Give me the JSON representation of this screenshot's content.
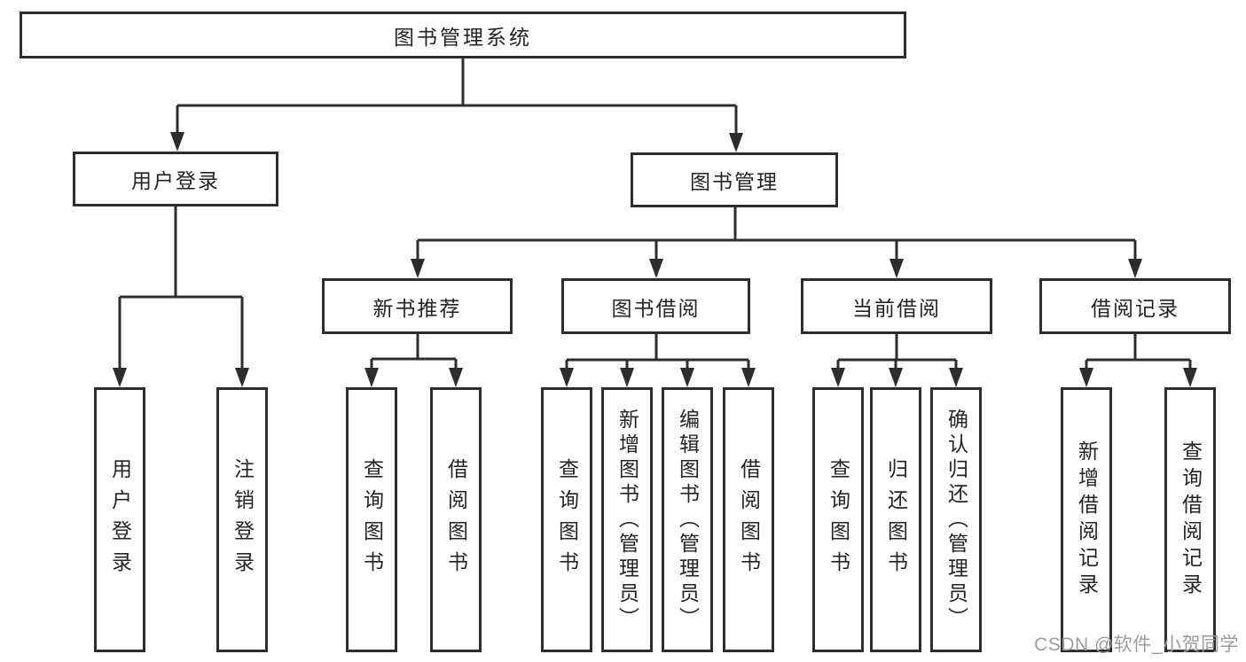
{
  "diagram": {
    "root": {
      "label": "图书管理系统"
    },
    "level2": [
      {
        "label": "用户登录"
      },
      {
        "label": "图书管理"
      }
    ],
    "level3": [
      {
        "label": "新书推荐",
        "parent": "图书管理"
      },
      {
        "label": "图书借阅",
        "parent": "图书管理"
      },
      {
        "label": "当前借阅",
        "parent": "图书管理"
      },
      {
        "label": "借阅记录",
        "parent": "图书管理"
      }
    ],
    "leaves": [
      {
        "label": "用户登录",
        "parent": "用户登录"
      },
      {
        "label": "注销登录",
        "parent": "用户登录"
      },
      {
        "label": "查询图书",
        "parent": "新书推荐"
      },
      {
        "label": "借阅图书",
        "parent": "新书推荐"
      },
      {
        "label": "查询图书",
        "parent": "图书借阅"
      },
      {
        "label": "新增图书（管理员）",
        "parent": "图书借阅"
      },
      {
        "label": "编辑图书（管理员）",
        "parent": "图书借阅"
      },
      {
        "label": "借阅图书",
        "parent": "图书借阅"
      },
      {
        "label": "查询图书",
        "parent": "当前借阅"
      },
      {
        "label": "归还图书",
        "parent": "当前借阅"
      },
      {
        "label": "确认归还（管理员）",
        "parent": "当前借阅"
      },
      {
        "label": "新增借阅记录",
        "parent": "借阅记录"
      },
      {
        "label": "查询借阅记录",
        "parent": "借阅记录"
      }
    ],
    "colors": {
      "line": "#2d2d2d",
      "text": "#242424",
      "background": "#ffffff",
      "watermark": "#9c9c9c"
    },
    "watermark": "CSDN @软件_小贺同学"
  }
}
